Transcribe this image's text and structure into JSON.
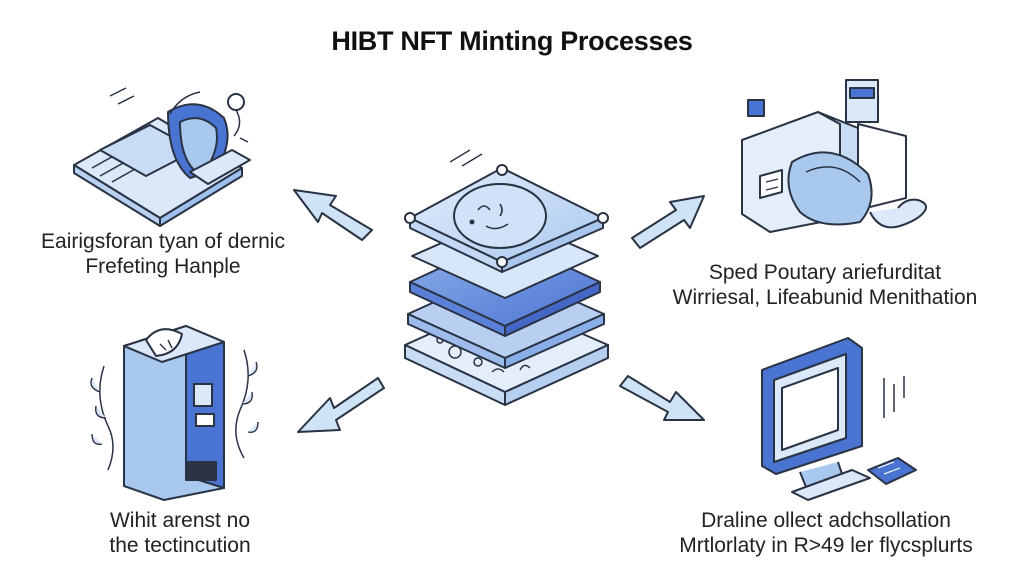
{
  "title": "HIBT NFT Minting Processes",
  "captions": {
    "top_left": [
      "Eairigsforan tyan of dernic",
      "Frefeting Hanple"
    ],
    "top_right": [
      "Sped Poutary ariefurditat",
      "Wirriesal, Lifeabunid Menithation"
    ],
    "bottom_left": [
      "Wihit arenst no",
      "the tectincution"
    ],
    "bottom_right": [
      "Draline ollect adchsollation",
      "Mrtlorlaty in R>49 ler flycsplurts"
    ]
  },
  "colors": {
    "stroke": "#2a3344",
    "light_blue": "#d4e5f8",
    "mid_blue": "#a9c8ee",
    "deep_blue": "#6e93e0",
    "accent_blue": "#4a74d2",
    "arrow_fill": "#cfe3f7"
  }
}
